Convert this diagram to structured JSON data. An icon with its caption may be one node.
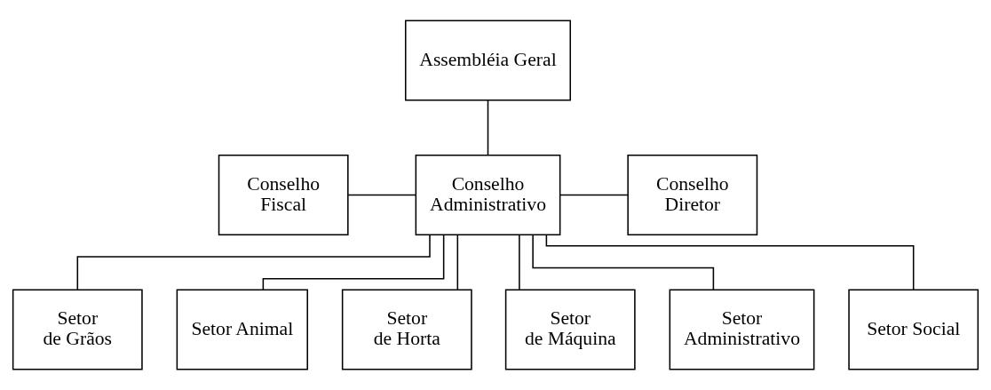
{
  "diagram": {
    "nodes": [
      {
        "text": [
          "Assembléia Geral"
        ]
      },
      {
        "text": [
          "Conselho Fiscal"
        ]
      },
      {
        "text": [
          "Conselho Administrativo"
        ]
      },
      {
        "text": [
          "Conselho Diretor"
        ]
      },
      {
        "text": [
          "Setor de Grãos"
        ]
      },
      {
        "text": [
          "Setor Animal"
        ]
      },
      {
        "text": [
          "Setor de Horta"
        ]
      },
      {
        "text": [
          "Setor de Máquina"
        ]
      },
      {
        "text": [
          "Setor Administrativo"
        ]
      },
      {
        "text": [
          "Setor Social"
        ]
      }
    ],
    "edges": [
      {
        "from": 0,
        "to": 2,
        "arrow": "none"
      },
      {
        "from": 1,
        "to": 2,
        "arrow": "none"
      },
      {
        "from": 2,
        "to": 3,
        "arrow": "none"
      },
      {
        "from": 2,
        "to": 4,
        "arrow": "none"
      },
      {
        "from": 2,
        "to": 5,
        "arrow": "none"
      },
      {
        "from": 2,
        "to": 6,
        "arrow": "none"
      },
      {
        "from": 2,
        "to": 7,
        "arrow": "none"
      },
      {
        "from": 2,
        "to": 8,
        "arrow": "none"
      },
      {
        "from": 2,
        "to": 9,
        "arrow": "none"
      }
    ]
  }
}
